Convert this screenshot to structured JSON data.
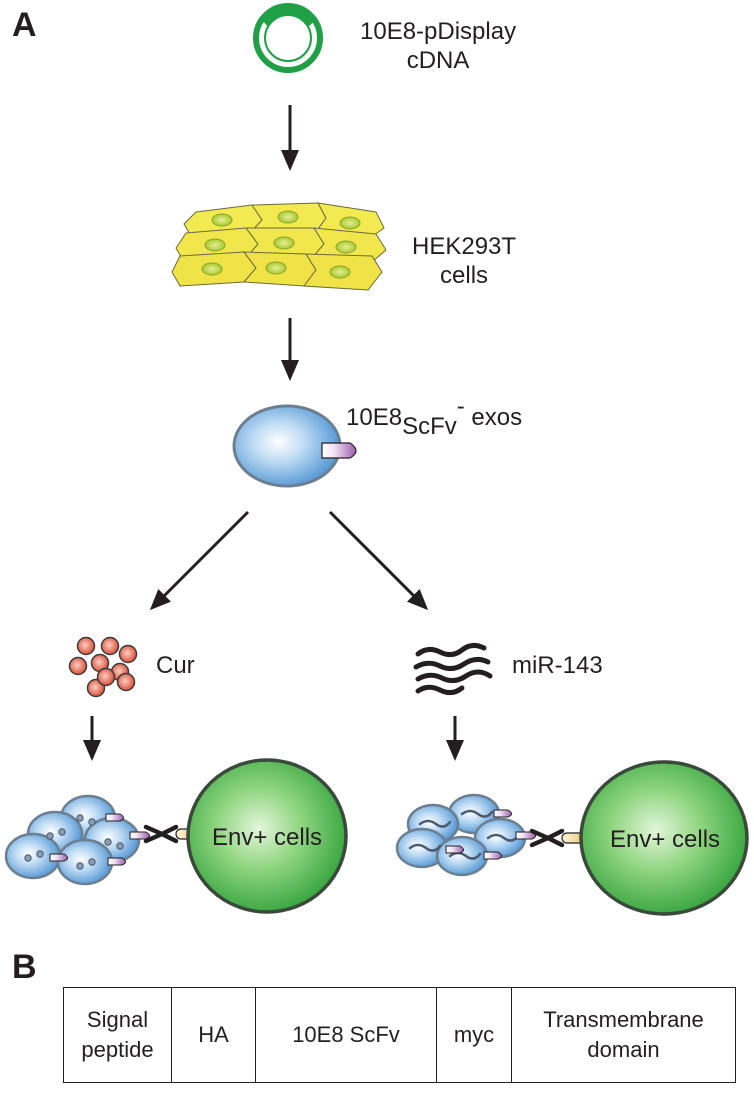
{
  "panel_a": {
    "letter": "A",
    "plasmid_label_line1": "10E8-pDisplay",
    "plasmid_label_line2": "cDNA",
    "cells_label_line1": "HEK293T",
    "cells_label_line2": "cells",
    "exo_label_main": "10E8",
    "exo_label_sub": "ScFv",
    "exo_label_sup": "-",
    "exo_label_tail": " exos",
    "cur_label": "Cur",
    "mir_label": "miR-143",
    "env_label_left": "Env+ cells",
    "env_label_right": "Env+ cells"
  },
  "panel_b": {
    "letter": "B",
    "domains": [
      {
        "line1": "Signal",
        "line2": "peptide"
      },
      {
        "line1": "HA",
        "line2": ""
      },
      {
        "line1": "10E8 ScFv",
        "line2": ""
      },
      {
        "line1": "myc",
        "line2": ""
      },
      {
        "line1": "Transmembrane",
        "line2": "domain"
      }
    ]
  },
  "colors": {
    "plasmid_green": "#1fa046",
    "cell_yellow": "#f3ea52",
    "nucleus_green": "#b7d433",
    "exosome_blue": "#7fb7e6",
    "scfv_purple": "#b784c3",
    "curcumin_red": "#e0573f",
    "env_cell_green": "#4fbe4f",
    "receptor_tan": "#f2da96",
    "arrow_dark": "#231f20"
  }
}
